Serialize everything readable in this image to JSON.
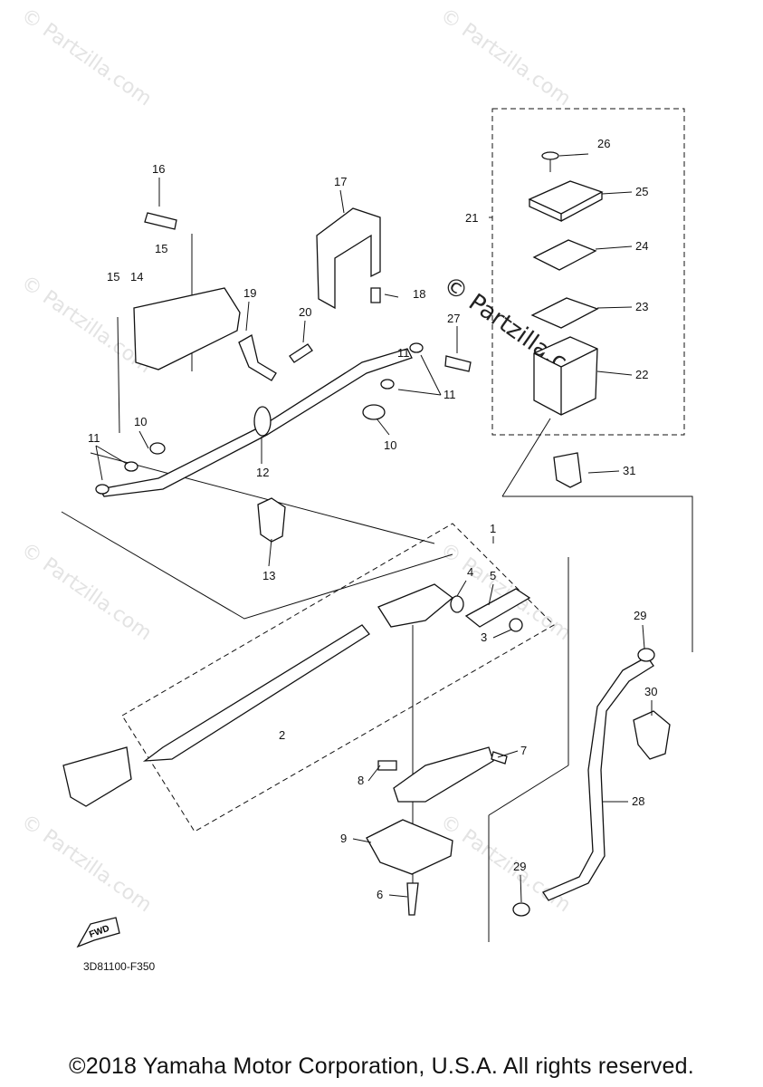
{
  "watermark": "© Partzilla.com",
  "callouts": [
    "1",
    "2",
    "3",
    "4",
    "5",
    "6",
    "7",
    "8",
    "9",
    "10",
    "10",
    "11",
    "11",
    "11",
    "12",
    "13",
    "14",
    "15",
    "15",
    "16",
    "17",
    "18",
    "19",
    "20",
    "21",
    "22",
    "23",
    "24",
    "25",
    "26",
    "27",
    "28",
    "29",
    "29",
    "30",
    "31"
  ],
  "fwd_label": "FWD",
  "diagram_code": "3D81100-F350",
  "copyright": "©2018 Yamaha Motor Corporation, U.S.A. All rights reserved."
}
